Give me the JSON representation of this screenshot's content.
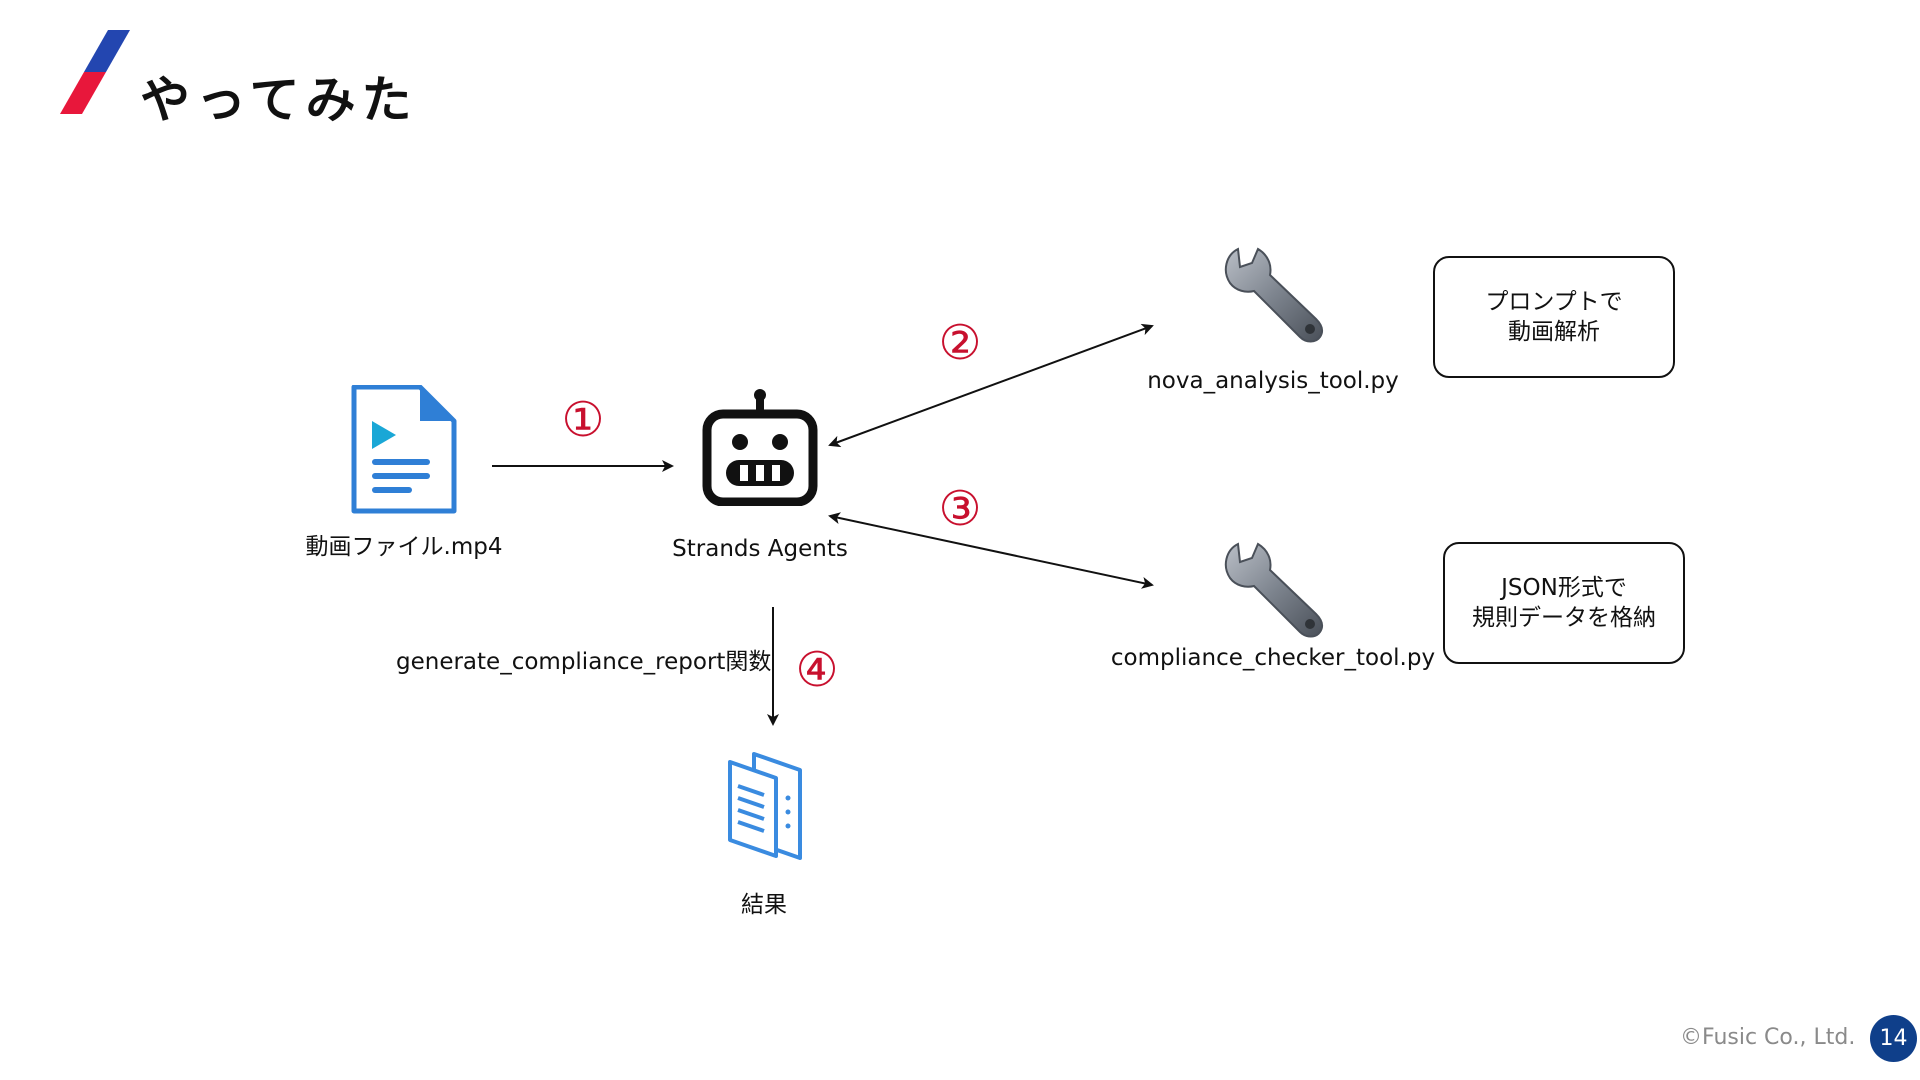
{
  "header": {
    "title": "やってみた"
  },
  "nodes": {
    "video": {
      "label": "動画ファイル.mp4"
    },
    "agent": {
      "label": "Strands Agents"
    },
    "nova_tool": {
      "label": "nova_analysis_tool.py"
    },
    "checker_tool": {
      "label": "compliance_checker_tool.py"
    },
    "result": {
      "label": "結果"
    }
  },
  "notes": {
    "nova": {
      "line1": "プロンプトで",
      "line2": "動画解析"
    },
    "checker": {
      "line1": "JSON形式で",
      "line2": "規則データを格納"
    }
  },
  "steps": {
    "s1": "①",
    "s2": "②",
    "s3": "③",
    "s4": "④"
  },
  "edge_labels": {
    "report": "generate_compliance_report関数"
  },
  "footer": {
    "copyright": "©Fusic Co., Ltd.",
    "page_number": "14"
  },
  "colors": {
    "step": "#c8102e",
    "page_badge": "#0f3f8a",
    "slash_red": "#e8173b",
    "slash_blue": "#2346b0"
  }
}
